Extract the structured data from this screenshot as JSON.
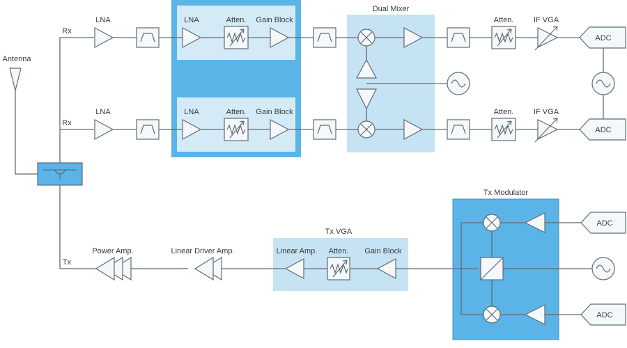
{
  "labels": {
    "antenna": "Antenna",
    "rx_top": "Rx",
    "rx_bottom": "Rx",
    "tx": "Tx",
    "lna_top": "LNA",
    "lna_bottom": "LNA",
    "lna2_top": "LNA",
    "lna2_bottom": "LNA",
    "atten_top": "Atten.",
    "atten_bottom": "Atten.",
    "gain_top": "Gain Block",
    "gain_bottom": "Gain Block",
    "dual_mixer": "Dual Mixer",
    "atten_if_top": "Atten.",
    "atten_if_bottom": "Atten.",
    "if_vga_top": "IF VGA",
    "if_vga_bottom": "IF VGA",
    "adc_1": "ADC",
    "adc_2": "ADC",
    "adc_3": "ADC",
    "adc_4": "ADC",
    "tx_modulator": "Tx Modulator",
    "tx_vga": "Tx VGA",
    "linear_amp": "Linear Amp.",
    "atten_tx": "Atten.",
    "gain_tx": "Gain Block",
    "power_amp": "Power Amp.",
    "linear_driver_amp": "Linear Driver Amp."
  },
  "colors": {
    "highlight_strong": "#5ab4e8",
    "highlight_light": "#c6e3f3",
    "inner_panel": "#d4ebf7",
    "line": "#5f6b74",
    "block_fill": "#f5f8fa"
  }
}
